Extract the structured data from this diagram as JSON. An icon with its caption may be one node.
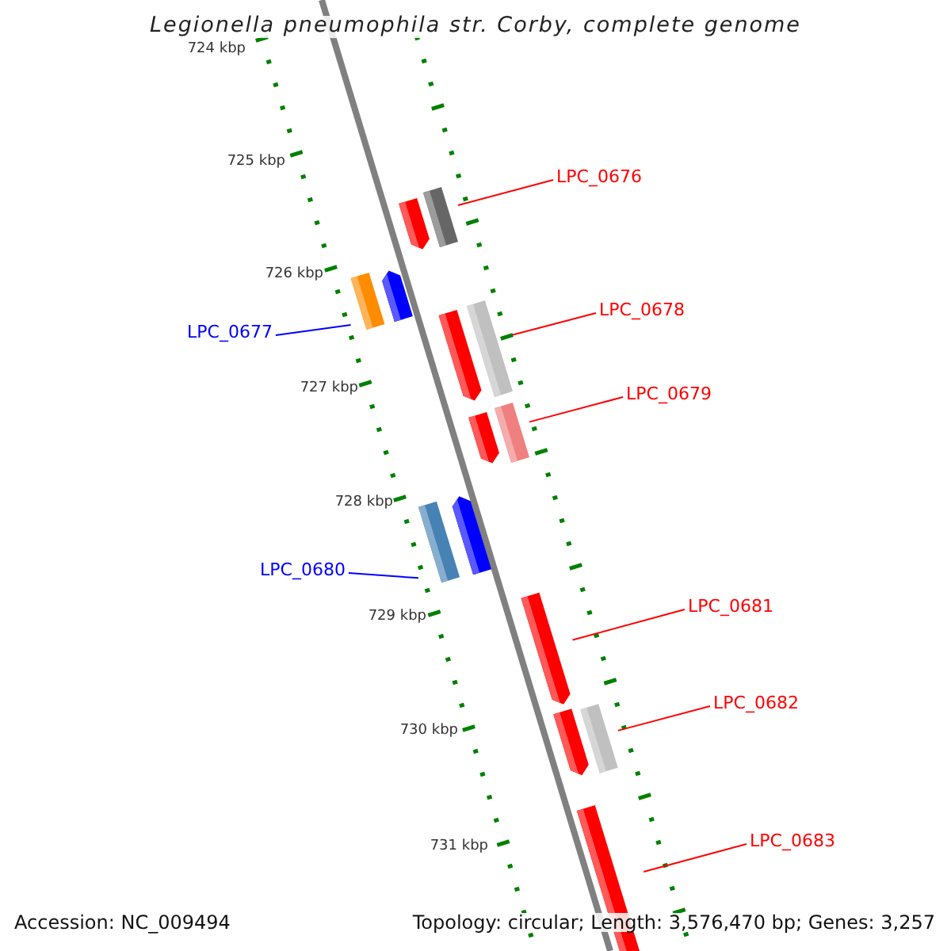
{
  "diagram": {
    "title": "Legionella pneumophila str. Corby, complete genome",
    "nodes": [
      {
        "text": [
          "LPC_0676"
        ]
      },
      {
        "text": [],
        "shape": "bar"
      },
      {
        "text": [
          "LPC_0678"
        ]
      },
      {
        "text": [],
        "shape": "bar"
      },
      {
        "text": [
          "LPC_0677"
        ]
      },
      {
        "text": [],
        "shape": "bar"
      },
      {
        "text": [
          "LPC_0679"
        ]
      },
      {
        "text": [],
        "shape": "bar"
      },
      {
        "text": [
          "LPC_0680"
        ]
      },
      {
        "text": [],
        "shape": "bar"
      },
      {
        "text": [
          "LPC_0681"
        ]
      },
      {
        "text": [],
        "shape": "bar"
      },
      {
        "text": [
          "LPC_0682"
        ]
      },
      {
        "text": [],
        "shape": "bar"
      },
      {
        "text": [
          "LPC_0683"
        ]
      },
      {
        "text": [],
        "shape": "bar"
      }
    ],
    "edges": [
      {
        "from": 0,
        "to": 1,
        "arrow": "none"
      },
      {
        "from": 2,
        "to": 3,
        "arrow": "none"
      },
      {
        "from": 4,
        "to": 5,
        "arrow": "none",
        "color": "#0000ff"
      },
      {
        "from": 6,
        "to": 7,
        "arrow": "none"
      },
      {
        "from": 8,
        "to": 9,
        "arrow": "none",
        "color": "#0000ff"
      },
      {
        "from": 10,
        "to": 11,
        "arrow": "none"
      },
      {
        "from": 12,
        "to": 13,
        "arrow": "none"
      },
      {
        "from": 14,
        "to": 15,
        "arrow": "none"
      }
    ],
    "labels": [
      "724 kbp",
      "725 kbp",
      "726 kbp",
      "727 kbp",
      "728 kbp",
      "729 kbp",
      "730 kbp",
      "731 kbp",
      "Accession: NC_009494",
      "Topology: circular; Length: 3,576,470 bp; Genes: 3,257"
    ]
  }
}
